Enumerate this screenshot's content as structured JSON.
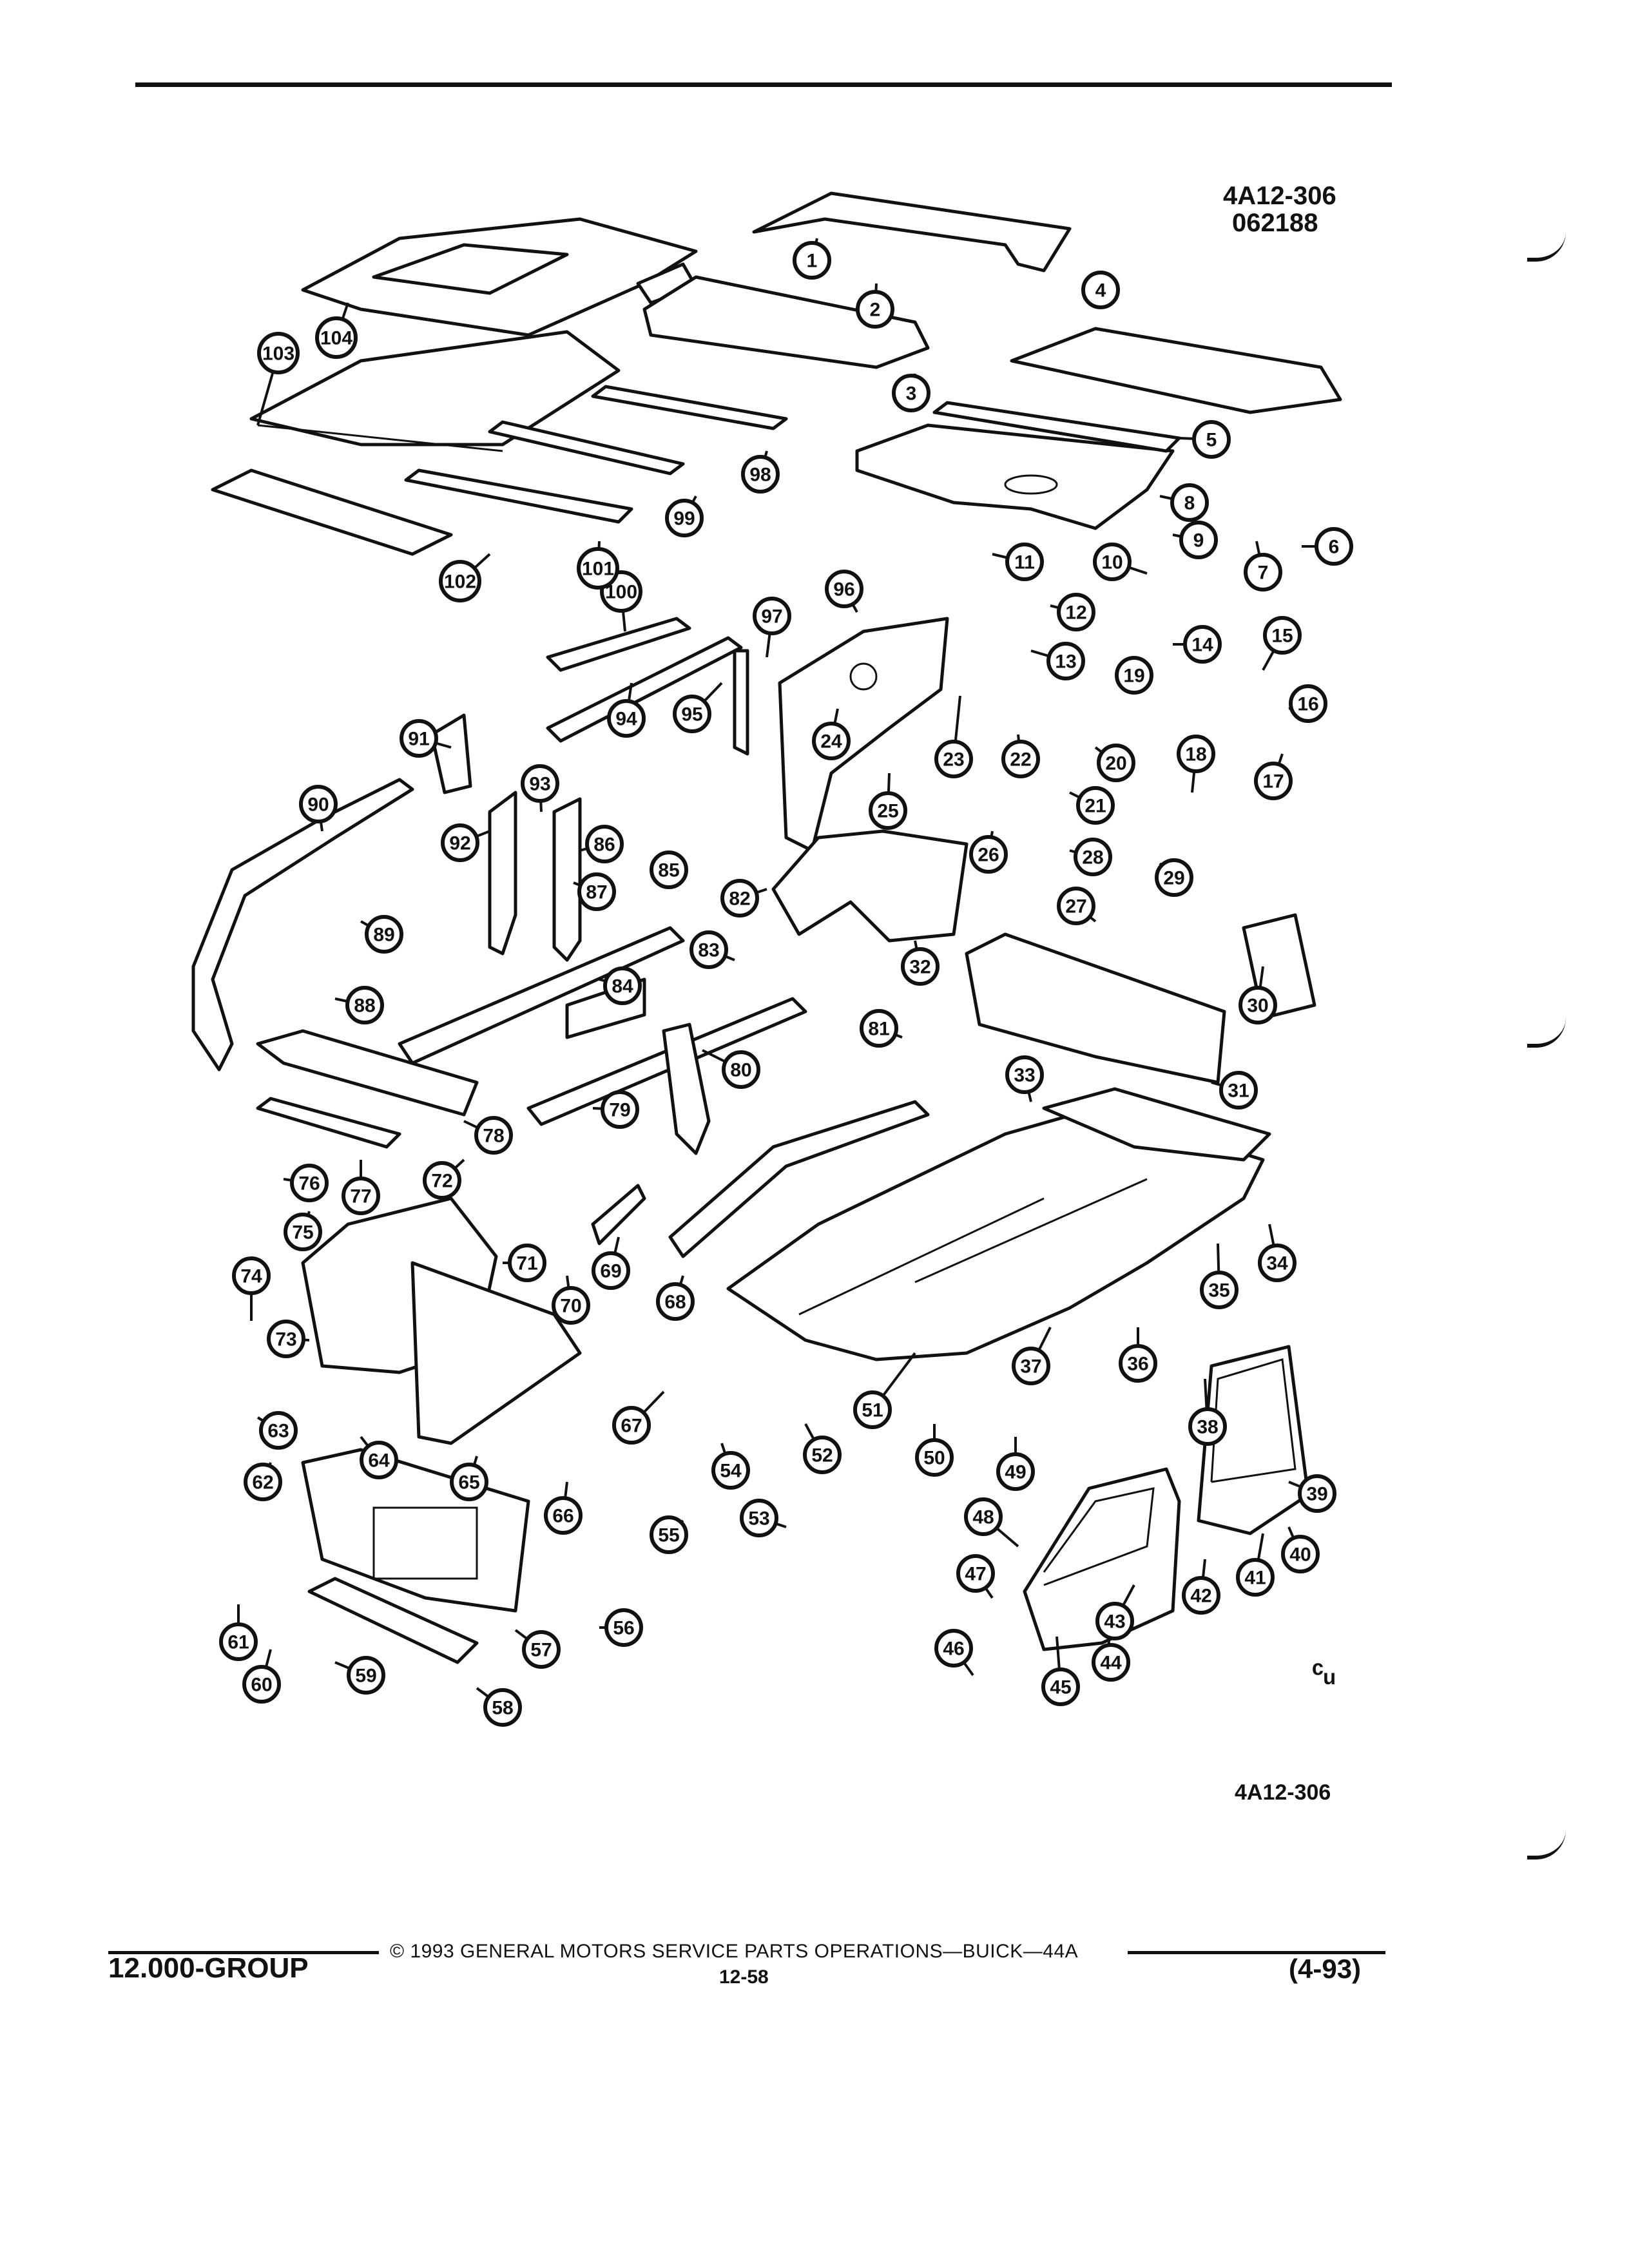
{
  "header": {
    "figure_code": "4A12-306",
    "date_code": "062188"
  },
  "bottom_code": "4A12-306",
  "footer": {
    "group": "12.000-GROUP",
    "copyright": "© 1993 GENERAL MOTORS SERVICE PARTS OPERATIONS—BUICK—44A",
    "page_number": "12-58",
    "revision": "(4-93)"
  },
  "callouts": [
    "1",
    "2",
    "3",
    "4",
    "5",
    "6",
    "7",
    "8",
    "9",
    "10",
    "11",
    "12",
    "13",
    "14",
    "15",
    "16",
    "17",
    "18",
    "19",
    "20",
    "21",
    "22",
    "23",
    "24",
    "25",
    "26",
    "27",
    "28",
    "29",
    "30",
    "31",
    "32",
    "33",
    "34",
    "35",
    "36",
    "37",
    "38",
    "39",
    "40",
    "41",
    "42",
    "43",
    "44",
    "45",
    "46",
    "47",
    "48",
    "49",
    "50",
    "51",
    "52",
    "53",
    "54",
    "55",
    "56",
    "57",
    "58",
    "59",
    "60",
    "61",
    "62",
    "63",
    "64",
    "65",
    "66",
    "67",
    "68",
    "69",
    "70",
    "71",
    "72",
    "73",
    "74",
    "75",
    "76",
    "77",
    "78",
    "79",
    "80",
    "81",
    "82",
    "83",
    "84",
    "85",
    "86",
    "87",
    "88",
    "89",
    "90",
    "91",
    "92",
    "93",
    "94",
    "95",
    "96",
    "97",
    "98",
    "99",
    "100",
    "101",
    "102",
    "103",
    "104"
  ],
  "logo_glyph": "ᶜᵤ"
}
